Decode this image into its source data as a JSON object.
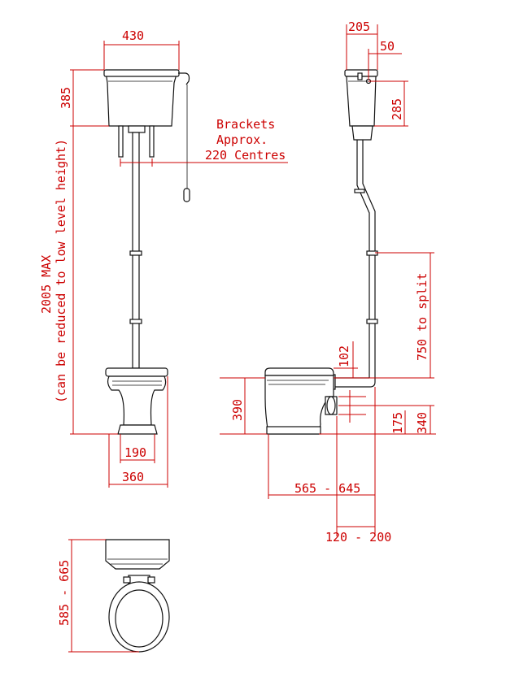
{
  "colors": {
    "dimension": "#cc0000",
    "outline": "#111111",
    "background": "#ffffff"
  },
  "labels": {
    "tank_width": "430",
    "tank_height": "385",
    "bracket_note_1": "Brackets",
    "bracket_note_2": "Approx.",
    "bracket_note_3": "220 Centres",
    "max_height": "2005 MAX",
    "max_height_note": "(can be reduced to low level height)",
    "base_width": "190",
    "pan_width": "360",
    "side_tank_width": "205",
    "side_offset": "50",
    "side_tank_height": "285",
    "split_height": "750 to split",
    "pipe_dia": "102",
    "pan_height": "390",
    "outlet_height": "340",
    "outlet_centre": "175",
    "projection": "565 - 645",
    "outlet_setback": "120 - 200",
    "plan_depth": "585 - 665"
  }
}
